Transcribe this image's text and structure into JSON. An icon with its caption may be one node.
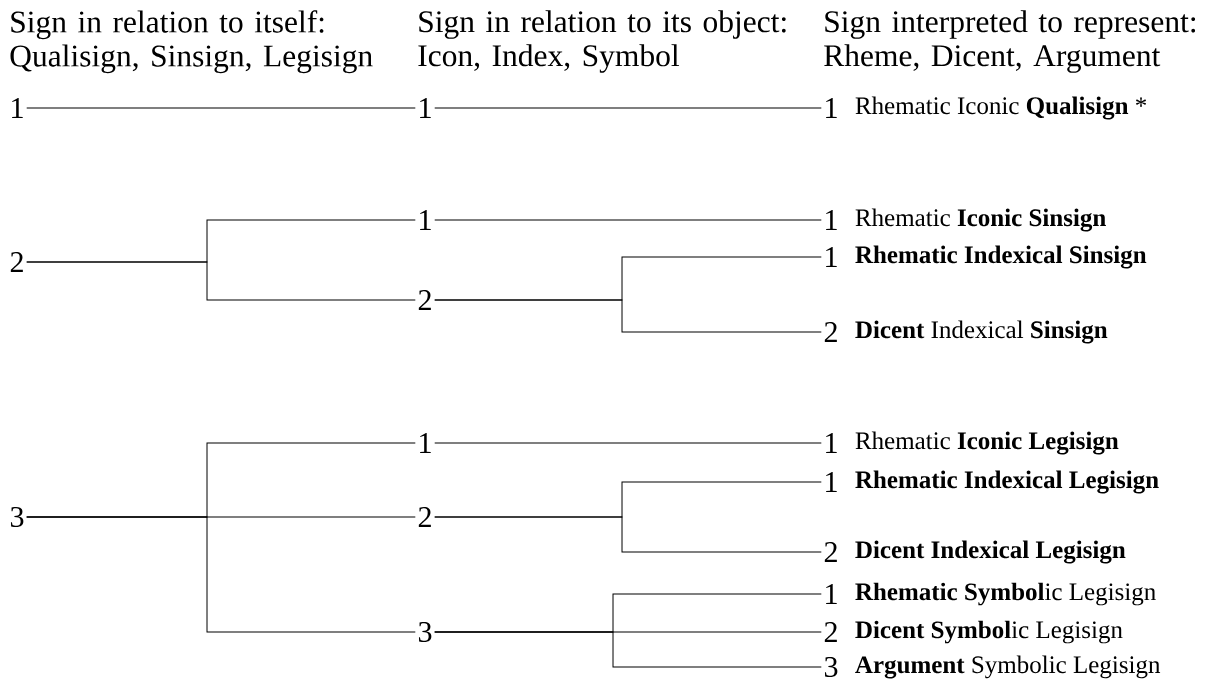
{
  "diagram": {
    "nodes": [
      {
        "text": [
          "1"
        ]
      },
      {
        "text": [
          "1"
        ]
      },
      {
        "text": [
          "1"
        ],
        "beside": [
          "Rhematic Iconic **Qualisign** *"
        ]
      },
      {
        "text": [
          "2"
        ]
      },
      {
        "text": [
          "1"
        ]
      },
      {
        "text": [
          "1"
        ],
        "beside": [
          "Rhematic **Iconic Sinsign**"
        ]
      },
      {
        "text": [
          "2"
        ]
      },
      {
        "text": [
          "1"
        ],
        "beside": [
          "**Rhematic Indexical Sinsign**"
        ]
      },
      {
        "text": [
          "2"
        ],
        "beside": [
          "**Dicent** Indexical **Sinsign**"
        ]
      },
      {
        "text": [
          "3"
        ]
      },
      {
        "text": [
          "1"
        ]
      },
      {
        "text": [
          "1"
        ],
        "beside": [
          "Rhematic **Iconic Legisign**"
        ]
      },
      {
        "text": [
          "2"
        ]
      },
      {
        "text": [
          "1"
        ],
        "beside": [
          "**Rhematic Indexical Legisign**"
        ]
      },
      {
        "text": [
          "2"
        ],
        "beside": [
          "**Dicent Indexical Legisign**"
        ]
      },
      {
        "text": [
          "3"
        ]
      },
      {
        "text": [
          "1"
        ],
        "beside": [
          "**Rhematic Symbol**ic Legisign"
        ]
      },
      {
        "text": [
          "2"
        ],
        "beside": [
          "**Dicent Symbol**ic Legisign"
        ]
      },
      {
        "text": [
          "3"
        ],
        "beside": [
          "**Argument** Symbolic Legisign"
        ]
      }
    ],
    "edges": [
      {
        "from": 0,
        "to": 1,
        "arrow": "none"
      },
      {
        "from": 1,
        "to": 2,
        "arrow": "none"
      },
      {
        "from": 3,
        "to": 4,
        "arrow": "none"
      },
      {
        "from": 3,
        "to": 6,
        "arrow": "none"
      },
      {
        "from": 4,
        "to": 5,
        "arrow": "none"
      },
      {
        "from": 6,
        "to": 7,
        "arrow": "none"
      },
      {
        "from": 6,
        "to": 8,
        "arrow": "none"
      },
      {
        "from": 9,
        "to": 10,
        "arrow": "none"
      },
      {
        "from": 9,
        "to": 12,
        "arrow": "none"
      },
      {
        "from": 9,
        "to": 15,
        "arrow": "none"
      },
      {
        "from": 10,
        "to": 11,
        "arrow": "none"
      },
      {
        "from": 12,
        "to": 13,
        "arrow": "none"
      },
      {
        "from": 12,
        "to": 14,
        "arrow": "none"
      },
      {
        "from": 15,
        "to": 16,
        "arrow": "none"
      },
      {
        "from": 15,
        "to": 17,
        "arrow": "none"
      },
      {
        "from": 15,
        "to": 18,
        "arrow": "none"
      }
    ],
    "labels": [
      "Sign in relation to itself: Qualisign, Sinsign, Legisign",
      "Sign in relation to its object: Icon, Index, Symbol",
      "Sign interpreted to represent: Rheme, Dicent, Argument"
    ]
  }
}
